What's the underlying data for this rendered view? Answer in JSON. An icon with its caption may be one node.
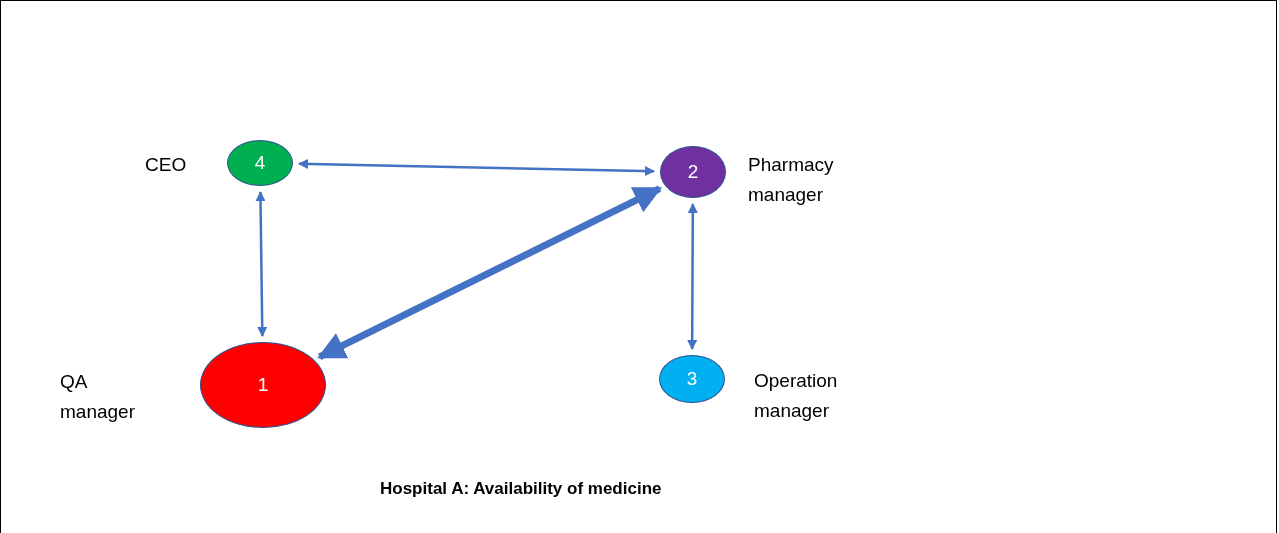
{
  "diagram": {
    "caption": "Hospital A: Availability of medicine",
    "nodes": [
      {
        "text": [
          "4"
        ],
        "beside": [
          "CEO"
        ]
      },
      {
        "text": [
          "2"
        ],
        "beside": [
          "Pharmacy manager"
        ]
      },
      {
        "text": [
          "1"
        ],
        "beside": [
          "QA manager"
        ]
      },
      {
        "text": [
          "3"
        ],
        "beside": [
          "Operation manager"
        ]
      }
    ],
    "edges": [
      {
        "from": 0,
        "to": 1,
        "arrow": "both"
      },
      {
        "from": 0,
        "to": 2,
        "arrow": "both"
      },
      {
        "from": 2,
        "to": 1,
        "arrow": "both",
        "style": "thick"
      },
      {
        "from": 1,
        "to": 3,
        "arrow": "both"
      }
    ]
  }
}
